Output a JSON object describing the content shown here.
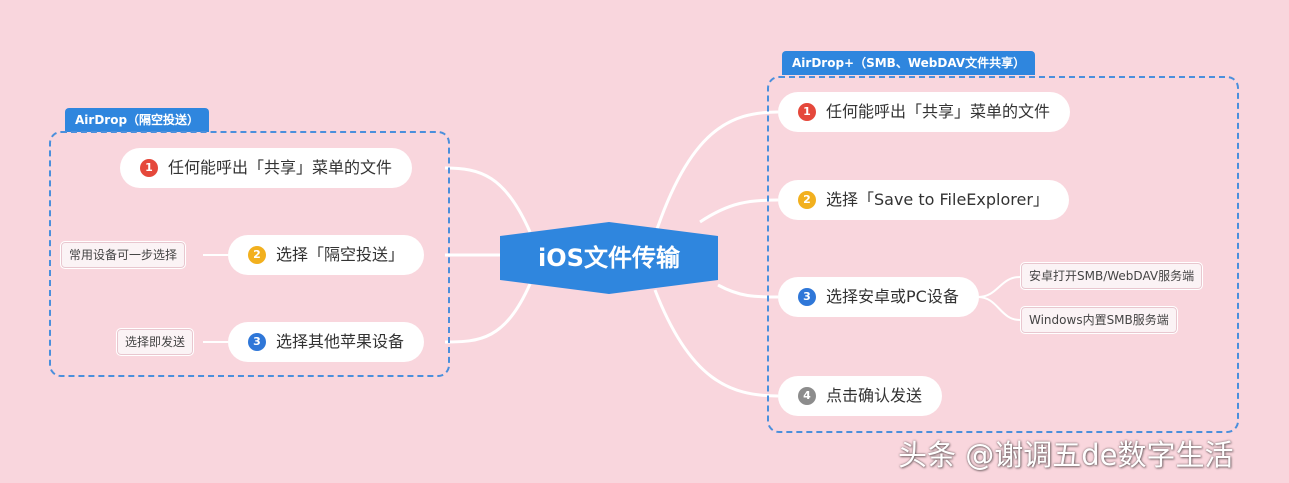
{
  "central_topic": "iOS文件传输",
  "left_group": {
    "label": "AirDrop（隔空投送）",
    "steps": [
      {
        "num": "1",
        "text": "任何能呼出「共享」菜单的文件",
        "note": ""
      },
      {
        "num": "2",
        "text": "选择「隔空投送」",
        "note": "常用设备可一步选择"
      },
      {
        "num": "3",
        "text": "选择其他苹果设备",
        "note": "选择即发送"
      }
    ]
  },
  "right_group": {
    "label": "AirDrop+（SMB、WebDAV文件共享）",
    "steps": [
      {
        "num": "1",
        "text": "任何能呼出「共享」菜单的文件"
      },
      {
        "num": "2",
        "text": "选择「Save to FileExplorer」"
      },
      {
        "num": "3",
        "text": "选择安卓或PC设备",
        "subs": [
          "安卓打开SMB/WebDAV服务端",
          "Windows内置SMB服务端"
        ]
      },
      {
        "num": "4",
        "text": "点击确认发送"
      }
    ]
  },
  "colors": {
    "background": "#f9d6dd",
    "accent": "#2f86de",
    "step1": "#e5483b",
    "step2": "#f2b01e",
    "step3": "#2f77d8",
    "step4": "#8c8c8c"
  },
  "watermark": "头条 @谢调五de数字生活"
}
